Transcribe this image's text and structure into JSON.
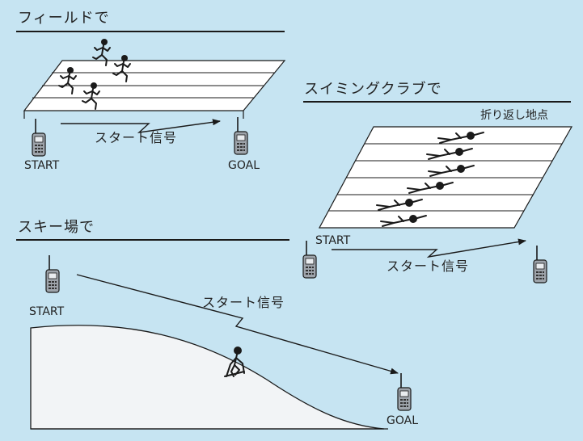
{
  "sections": {
    "field": {
      "title": "フィールドで",
      "start_label": "START",
      "goal_label": "GOAL",
      "signal_label": "スタート信号"
    },
    "swimming": {
      "title": "スイミングクラブで",
      "turn_point_label": "折り返し地点",
      "start_label": "START",
      "signal_label": "スタート信号"
    },
    "ski": {
      "title": "スキー場で",
      "start_label": "START",
      "goal_label": "GOAL",
      "signal_label": "スタート信号"
    }
  },
  "colors": {
    "background": "#c6e4f2",
    "lane_fill": "#ffffff",
    "slope_fill": "#f2f4f6",
    "ink": "#1a1a1a",
    "radio_body": "#9ea4ab"
  },
  "icons": [
    "handheld-radio-icon",
    "runner-icon",
    "swimmer-icon",
    "skier-icon"
  ]
}
